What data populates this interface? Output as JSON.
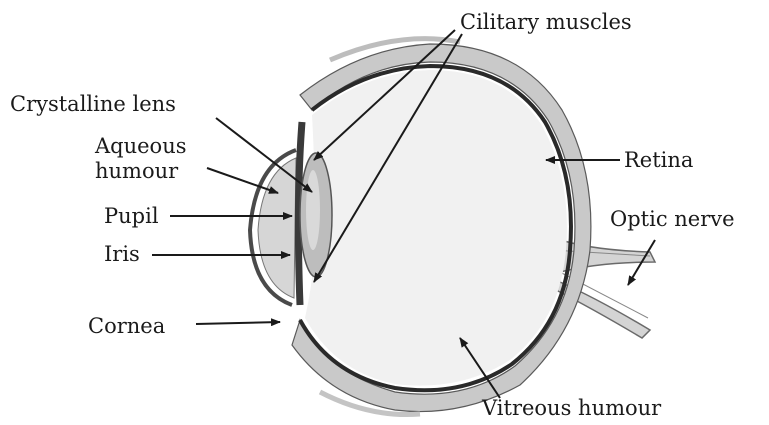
{
  "labels": {
    "ciliary_muscles": "Cilitary muscles",
    "crystalline_lens": "Crystalline lens",
    "aqueous_line1": "Aqueous",
    "aqueous_line2": "humour",
    "pupil": "Pupil",
    "iris": "Iris",
    "cornea": "Cornea",
    "retina": "Retina",
    "optic_nerve": "Optic nerve",
    "vitreous_humour": "Vitreous humour"
  },
  "colors": {
    "ink": "#1a1a1a",
    "sclera_fill": "#c9c9c9",
    "lens_fill": "#bdbdbd",
    "aqueous_fill": "#d6d6d6",
    "vitreous_fill": "#f1f1f1"
  }
}
